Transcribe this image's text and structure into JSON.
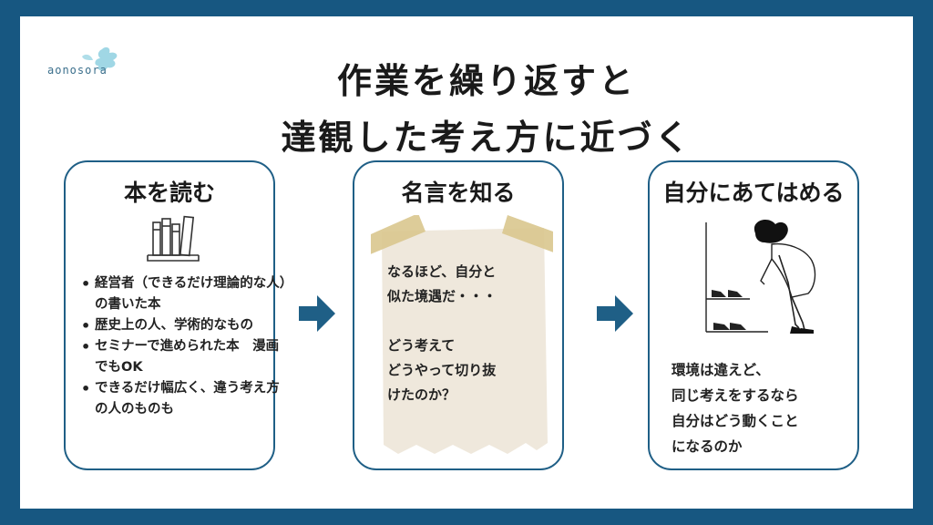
{
  "logo": {
    "text": "aonosora"
  },
  "title": {
    "line1": "作業を繰り返すと",
    "line2": "達観した考え方に近づく"
  },
  "colors": {
    "border": "#175781",
    "accent": "#1f5f86",
    "note": "#efe8dc",
    "tape": "#d9c68e"
  },
  "cards": [
    {
      "title": "本を読む",
      "icon": "books-icon",
      "items": [
        "経営者（できるだけ理論的な人）の書いた本",
        "歴史上の人、学術的なもの",
        "セミナーで進められた本　漫画でもOK",
        "できるだけ幅広く、違う考え方の人のものも"
      ]
    },
    {
      "title": "名言を知る",
      "icon": "paper-note-icon",
      "text": "なるほど、自分と\n似た境遇だ・・・\n\nどう考えて\nどうやって切り抜\nけたのか？"
    },
    {
      "title": "自分にあてはめる",
      "icon": "woman-shoes-icon",
      "text": "環境は違えど、\n同じ考えをするなら\n自分はどう動くこと\nになるのか"
    }
  ]
}
